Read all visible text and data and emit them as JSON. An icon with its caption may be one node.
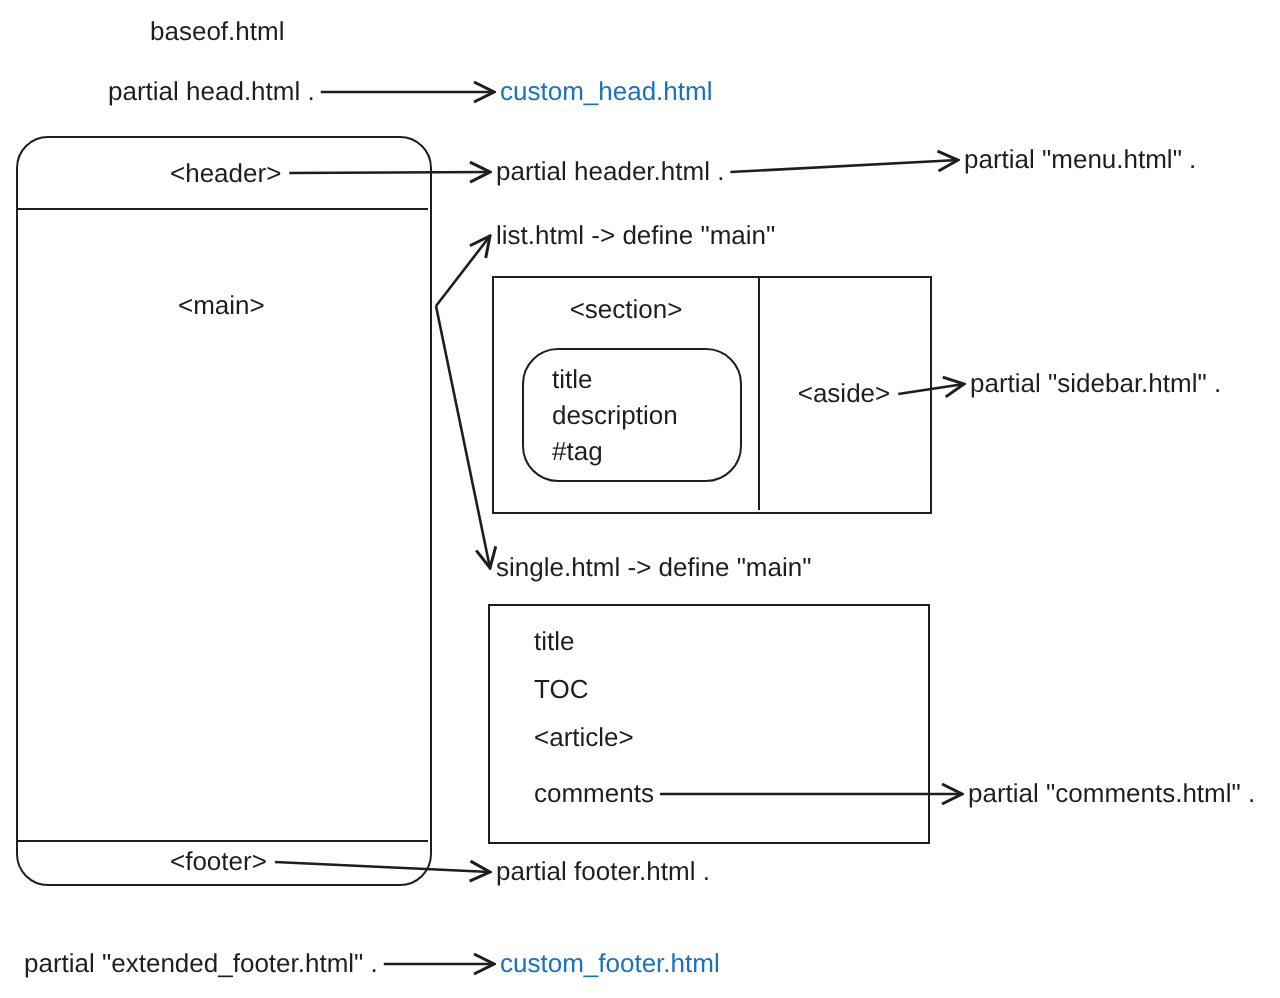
{
  "diagram": {
    "title": "baseof.html",
    "nodes": [
      {
        "text": [],
        "shape": "box"
      },
      {
        "text": [
          "<header>"
        ],
        "in": 0
      },
      {
        "text": [
          "<main>"
        ],
        "in": 0
      },
      {
        "text": [
          "<footer>"
        ],
        "in": 0
      },
      {
        "text": [
          "partial head.html ."
        ]
      },
      {
        "text": [
          "custom_head.html"
        ]
      },
      {
        "text": [
          "partial header.html ."
        ]
      },
      {
        "text": [
          "partial \"menu.html\" ."
        ]
      },
      {
        "text": [
          "list.html -> define \"main\""
        ]
      },
      {
        "text": [],
        "shape": "box"
      },
      {
        "text": [
          "<section>"
        ],
        "in": 9
      },
      {
        "text": [
          "title",
          "description",
          "#tag"
        ],
        "in": 10
      },
      {
        "text": [
          "<aside>"
        ],
        "in": 9
      },
      {
        "text": [
          "partial \"sidebar.html\" ."
        ]
      },
      {
        "text": [
          "single.html -> define \"main\""
        ]
      },
      {
        "text": [
          "title",
          "TOC",
          "<article>"
        ]
      },
      {
        "text": [
          "comments"
        ],
        "in": 15
      },
      {
        "text": [
          "partial \"comments.html\" ."
        ]
      },
      {
        "text": [
          "partial footer.html ."
        ]
      },
      {
        "text": [
          "partial \"extended_footer.html\" ."
        ]
      },
      {
        "text": [
          "custom_footer.html"
        ]
      }
    ],
    "edges": [
      {
        "from": 4,
        "to": 5,
        "arrow": "to"
      },
      {
        "from": 1,
        "to": 6,
        "arrow": "to"
      },
      {
        "from": 6,
        "to": 7,
        "arrow": "to"
      },
      {
        "from": 2,
        "to": 8,
        "arrow": "to"
      },
      {
        "from": 2,
        "to": 14,
        "arrow": "to"
      },
      {
        "from": 12,
        "to": 13,
        "arrow": "to"
      },
      {
        "from": 16,
        "to": 17,
        "arrow": "to"
      },
      {
        "from": 3,
        "to": 18,
        "arrow": "to"
      },
      {
        "from": 19,
        "to": 20,
        "arrow": "to"
      }
    ]
  }
}
